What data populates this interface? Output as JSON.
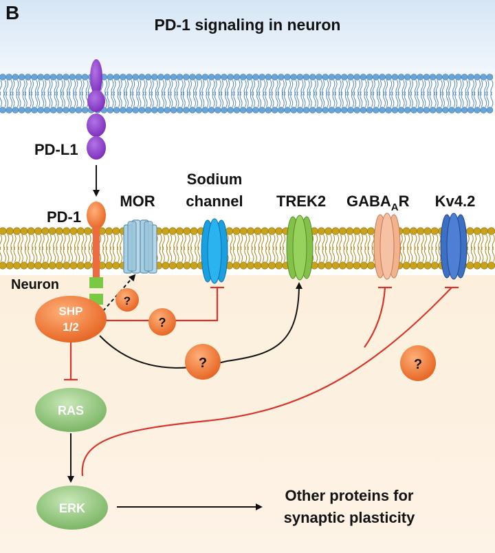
{
  "panel_letter": "B",
  "title": "PD-1 signaling in neuron",
  "labels": {
    "pdl1": "PD-L1",
    "pd1": "PD-1",
    "mor": "MOR",
    "sodium_line1": "Sodium",
    "sodium_line2": "channel",
    "trek2": "TREK2",
    "gabaar_main": "GABA",
    "gabaar_sub": "A",
    "gabaar_tail": "R",
    "kv42": "Kv4.2",
    "neuron": "Neuron",
    "shp_line1": "SHP",
    "shp_line2": "1/2",
    "ras": "RAS",
    "erk": "ERK",
    "other_line1": "Other proteins for",
    "other_line2": "synaptic plasticity",
    "unknown": "?"
  },
  "colors": {
    "top_bg": "#dde9f6",
    "bottom_bg": "#fdf0df",
    "upper_membrane": "#6aa3d6",
    "lower_membrane": "#c9a21c",
    "pdl1": "#8a3ac8",
    "pd1": "#ef6a3e",
    "pd1_domain": "#7ac943",
    "shp": "#ef7c38",
    "ras_erk": "#8fc27a",
    "sodium": "#1aa0e0",
    "trek2": "#84c14a",
    "gabaar": "#f2b28e",
    "kv42": "#3d6fc3",
    "mor": "#a9cfe2",
    "inhibit": "#d9342b",
    "activate": "#111111"
  }
}
